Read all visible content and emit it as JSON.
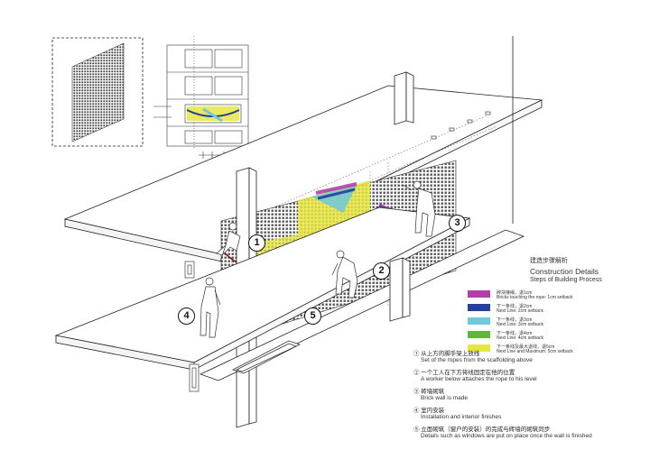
{
  "title": {
    "cn": "建造步骤解析",
    "en": "Construction Details",
    "sub": "Steps of Building Process"
  },
  "legend": [
    {
      "color": "#b040a8",
      "cn": "砖块接绳，退1cm",
      "en": "Bricks touching the rope: 1cm setback"
    },
    {
      "color": "#243f9c",
      "cn": "下一条线，退2cm",
      "en": "Next Line: 2cm setback"
    },
    {
      "color": "#6fc8dc",
      "cn": "下一条线，退3cm",
      "en": "Next Line: 3cm setback"
    },
    {
      "color": "#5db83a",
      "cn": "下一条线，退4cm",
      "en": "Next Line: 4cm setback"
    },
    {
      "color": "#e6e640",
      "cn": "下一条线及最大退线，退5cm",
      "en": "Next Line and Maximum: 5cm setback"
    }
  ],
  "steps": [
    {
      "num": "1",
      "cn": "① 从上方的脚手架上放线",
      "en": "Set of the ropes from the scaffolding above"
    },
    {
      "num": "2",
      "cn": "② 一个工人在下方将线固定在他的位置",
      "en": "A worker below attaches the rope to his level"
    },
    {
      "num": "3",
      "cn": "③ 砖墙砌筑",
      "en": "Brick wall is made"
    },
    {
      "num": "4",
      "cn": "④ 室内安装",
      "en": "Installation and interior finishes"
    },
    {
      "num": "5",
      "cn": "⑤ 立面砌筑（窗户的安装）的完成与砖墙的砌筑同步",
      "en": "Details such as windows are put on place once the wall is finished"
    }
  ]
}
